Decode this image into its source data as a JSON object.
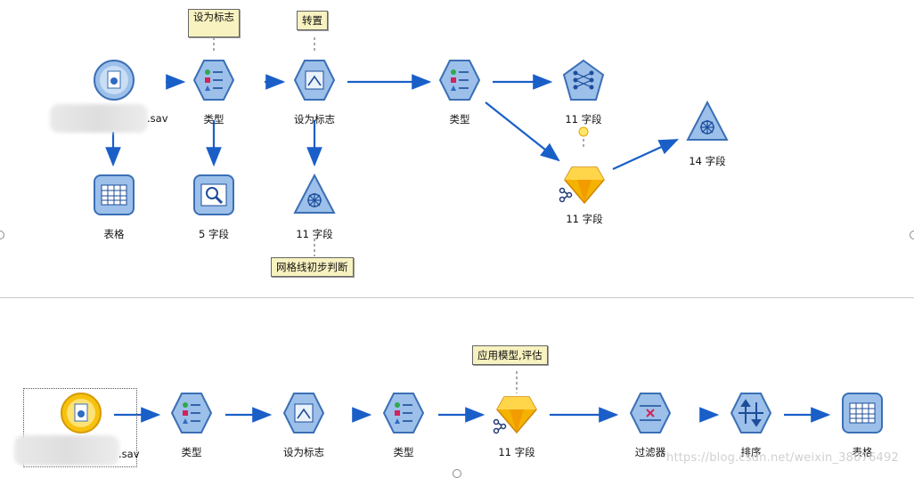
{
  "stream_top": {
    "source_file": ".sav",
    "type1": "类型",
    "setflag1": "设为标志",
    "type2": "类型",
    "f11_top": "11 字段",
    "model_out": "11 字段",
    "plot14": "14 字段",
    "table": "表格",
    "f5": "5 字段",
    "plot11": "11 字段",
    "comment_setflag": "设为标志",
    "comment_transpose": "转置",
    "comment_grid": "网格线初步判断"
  },
  "stream_bottom": {
    "source_file": ".sav",
    "type1": "类型",
    "setflag": "设为标志",
    "type2": "类型",
    "model": "11 字段",
    "filter": "过滤器",
    "sort": "排序",
    "table": "表格",
    "comment_apply": "应用模型,评估"
  },
  "watermark": "https://blog.csdn.net/weixin_38076492",
  "colors": {
    "arrow": "#1a5fc8",
    "node_blue": "#8fb8e6",
    "node_dark": "#3b6fb5",
    "model_gold": "#f5b301",
    "comment_bg": "#f8f2c0"
  }
}
